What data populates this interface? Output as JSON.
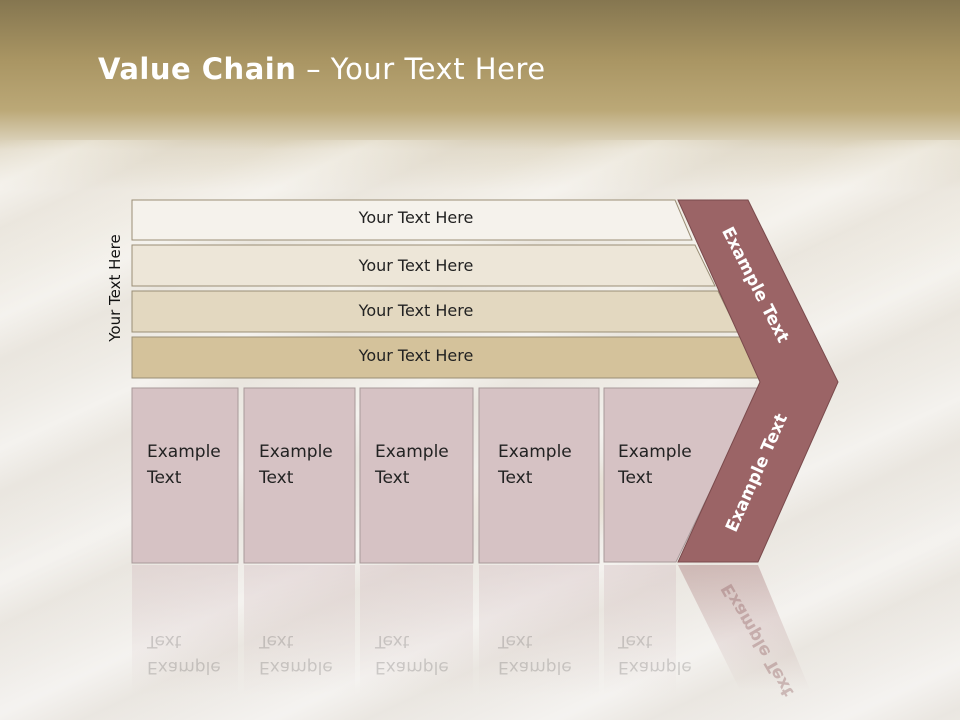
{
  "title": {
    "bold": "Value Chain",
    "rest": " – Your Text Here"
  },
  "side_label": "Your Text Here",
  "rows": [
    {
      "label": "Your Text Here",
      "fill": "#f5f2ec"
    },
    {
      "label": "Your Text Here",
      "fill": "#ede6d8"
    },
    {
      "label": "Your Text Here",
      "fill": "#e3d8c0"
    },
    {
      "label": "Your Text Here",
      "fill": "#d4c29b"
    }
  ],
  "boxes": [
    {
      "line1": "Example",
      "line2": "Text"
    },
    {
      "line1": "Example",
      "line2": "Text"
    },
    {
      "line1": "Example",
      "line2": "Text"
    },
    {
      "line1": "Example",
      "line2": "Text"
    },
    {
      "line1": "Example",
      "line2": "Text"
    }
  ],
  "chevron": {
    "upper": "Example Text",
    "lower": "Example Text"
  },
  "colors": {
    "box_fill": "#d6c2c4",
    "chevron_fill": "#9b6466",
    "outline": "#8a7f6a"
  }
}
